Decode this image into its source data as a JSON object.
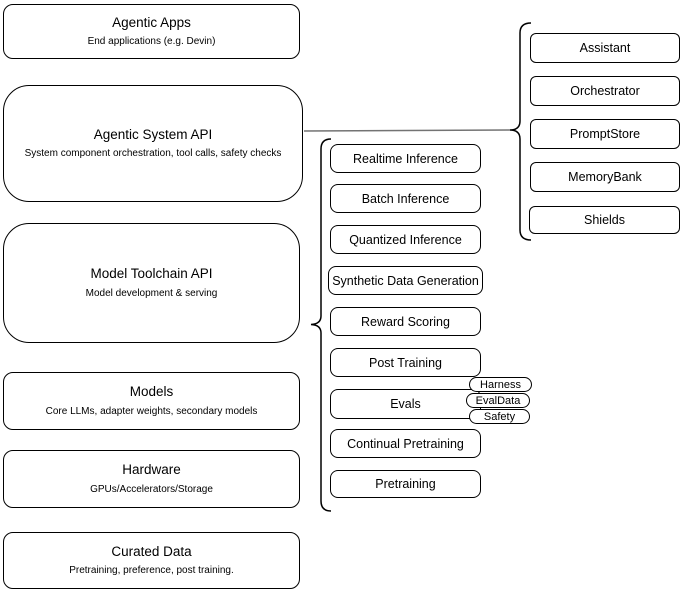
{
  "left_stack": {
    "items": [
      {
        "title": "Agentic Apps",
        "subtitle": "End applications (e.g. Devin)"
      },
      {
        "title": "Agentic System API",
        "subtitle": "System component orchestration, tool calls, safety checks"
      },
      {
        "title": "Model Toolchain API",
        "subtitle": "Model development & serving"
      },
      {
        "title": "Models",
        "subtitle": "Core LLMs, adapter weights, secondary models"
      },
      {
        "title": "Hardware",
        "subtitle": "GPUs/Accelerators/Storage"
      },
      {
        "title": "Curated Data",
        "subtitle": "Pretraining, preference, post training."
      }
    ]
  },
  "toolchain": {
    "services": [
      "Realtime Inference",
      "Batch Inference",
      "Quantized Inference",
      "Synthetic Data Generation",
      "Reward Scoring",
      "Post Training",
      "Evals",
      "Continual Pretraining",
      "Pretraining"
    ]
  },
  "evals": {
    "tags": [
      "Harness",
      "EvalData",
      "Safety"
    ]
  },
  "system": {
    "components": [
      "Assistant",
      "Orchestrator",
      "PromptStore",
      "MemoryBank",
      "Shields"
    ]
  },
  "colors": {
    "node_border": "#000000",
    "node_fill": "#ffffff",
    "text": "#000000",
    "connector_line": "#737373"
  }
}
